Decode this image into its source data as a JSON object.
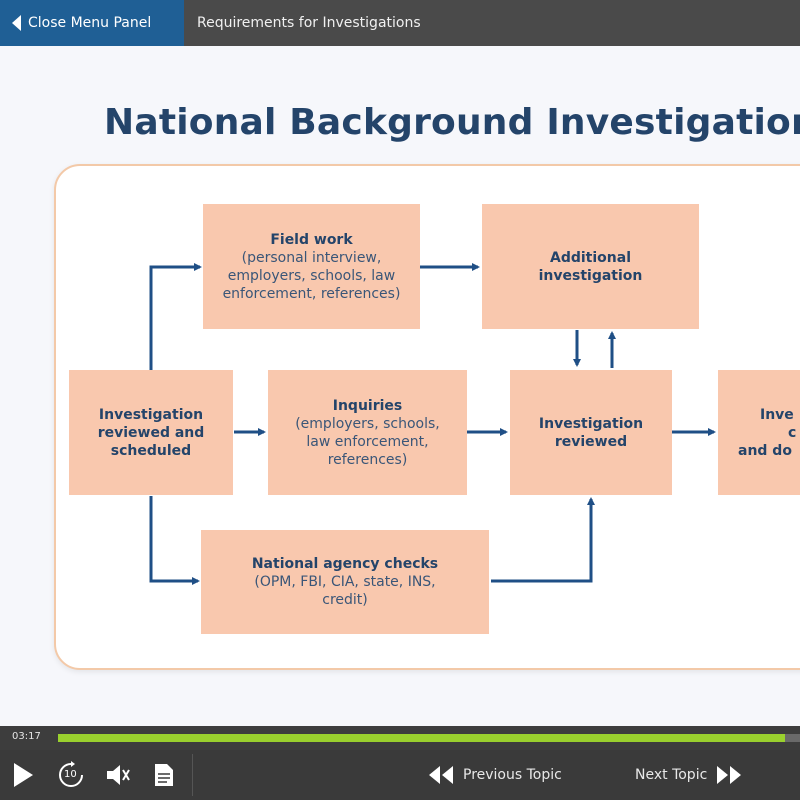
{
  "header": {
    "close_menu_label": "Close Menu Panel",
    "breadcrumb": "Requirements for Investigations"
  },
  "slide": {
    "title": "National Background Investigation",
    "diagram": {
      "field_work": {
        "title": "Field work",
        "details": "(personal interview, employers, schools, law enforcement, references)"
      },
      "additional": {
        "title": "Additional investigation"
      },
      "start": {
        "title": "Investigation reviewed and scheduled"
      },
      "inquiries": {
        "title": "Inquiries",
        "details": "(employers, schools, law enforcement, references)"
      },
      "reviewed": {
        "title": "Investigation reviewed"
      },
      "partial": {
        "line1": "Inve",
        "line2": "c",
        "line3": "and do"
      },
      "nac": {
        "title": "National agency checks",
        "details": "(OPM, FBI, CIA, state, INS, credit)"
      }
    }
  },
  "player": {
    "time": "03:17",
    "progress": 0.98,
    "replay_label": "10",
    "previous_label": "Previous Topic",
    "next_label": "Next Topic"
  },
  "colors": {
    "accent": "#1f5f95",
    "box": "#f9c8ae",
    "text_dark": "#24446a",
    "arrow": "#1f4f86",
    "progress": "#9ad12e"
  }
}
